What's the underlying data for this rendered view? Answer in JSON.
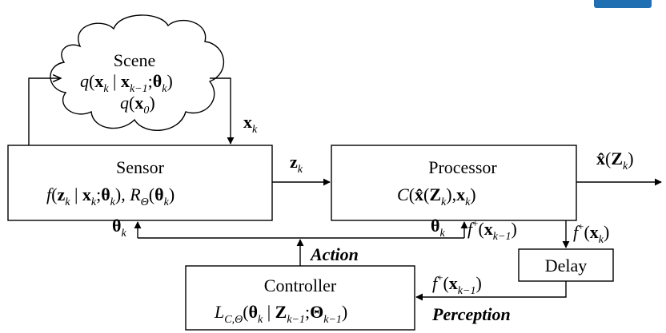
{
  "nodes": {
    "scene": {
      "title": "Scene",
      "eq1": {
        "pre": "q",
        "op": "(",
        "a": "x",
        "ak": "k",
        "bar": " | ",
        "b": "x",
        "bk": "k−1",
        "semi": ";",
        "c": "θ",
        "ck": "k",
        "cl": ")"
      },
      "eq2": {
        "pre": "q",
        "op": "(",
        "a": "x",
        "ak": "0",
        "cl": ")"
      }
    },
    "sensor": {
      "title": "Sensor",
      "eq": {
        "f": "f",
        "op": "(",
        "z": "z",
        "zk": "k",
        "bar": " | ",
        "x": "x",
        "xk": "k",
        "semi": ";",
        "th": "θ",
        "thk": "k",
        "cl": "),",
        "R": "R",
        "Rs": "Θ",
        "op2": "(",
        "th2": "θ",
        "th2k": "k",
        "cl2": ")"
      }
    },
    "processor": {
      "title": "Processor",
      "eq": {
        "C": "C",
        "op": "(",
        "xh": "x̂",
        "op2": "(",
        "Z": "Z",
        "Zk": "k",
        "cl2": "),",
        "x": "x",
        "xk": "k",
        "cl": ")"
      }
    },
    "delay": {
      "title": "Delay"
    },
    "controller": {
      "title": "Controller",
      "eq": {
        "L": "L",
        "Ls": "C,Θ",
        "op": "(",
        "th": "θ",
        "thk": "k",
        "bar": " | ",
        "Z": "Z",
        "Zk": "k−1",
        "semi": ";",
        "Th": "Θ",
        "Thk": "k−1",
        "cl": ")"
      }
    }
  },
  "edges": {
    "xk": {
      "v": "x",
      "s": "k"
    },
    "zk": {
      "v": "z",
      "s": "k"
    },
    "out": {
      "v": "x̂",
      "op": "(",
      "Z": "Z",
      "s": "k",
      "cl": ")"
    },
    "theta_sensor": {
      "v": "θ",
      "s": "k"
    },
    "theta_proc": {
      "v": "θ",
      "s": "k"
    },
    "fplus_prev": {
      "f": "f",
      "sup": "+",
      "op": "(",
      "x": "x",
      "s": "k−1",
      "cl": ")"
    },
    "fplus_cur": {
      "f": "f",
      "sup": "+",
      "op": "(",
      "x": "x",
      "s": "k",
      "cl": ")"
    },
    "fplus_ctrl": {
      "f": "f",
      "sup": "+",
      "op": "(",
      "x": "x",
      "s": "k−1",
      "cl": ")"
    },
    "action": "Action",
    "perception": "Perception"
  }
}
